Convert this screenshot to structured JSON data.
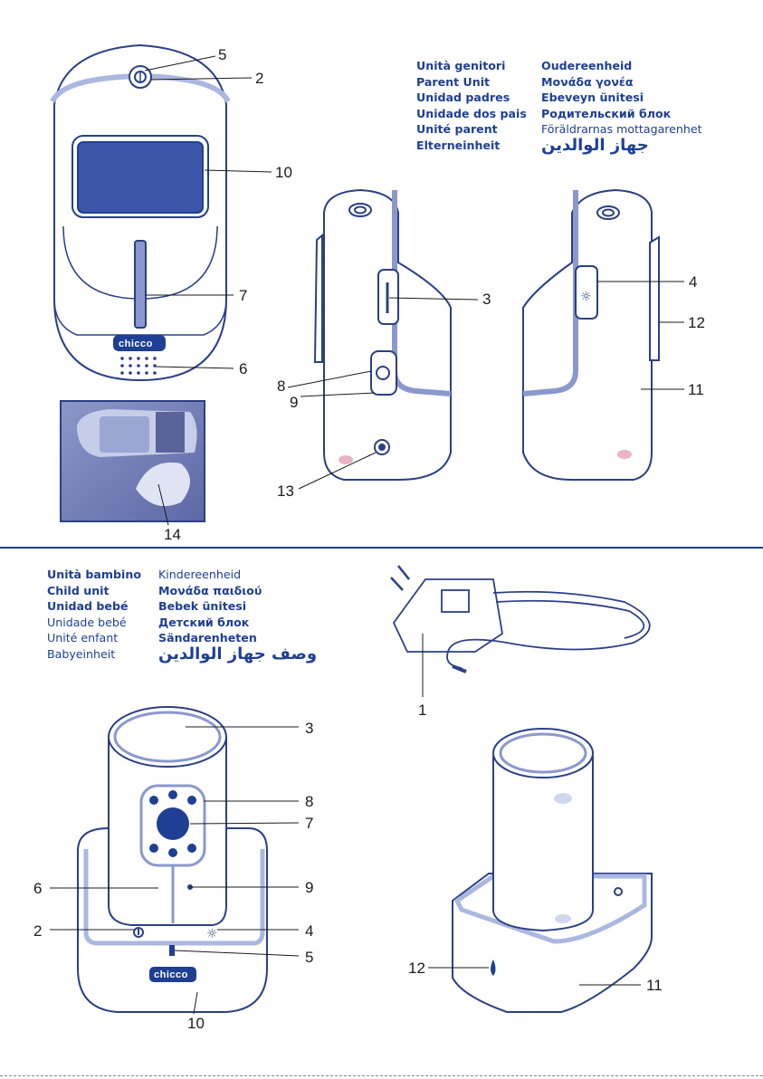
{
  "parent_unit": {
    "labels_left": [
      "Unità genitori",
      "Parent Unit",
      "Unidad padres",
      "Unidade dos pais",
      "Unité parent",
      "Elterneinheit"
    ],
    "labels_right": [
      "Oudereenheid",
      "Μονάδα γονέα",
      "Ebeveyn ünitesi",
      "Родительский блок",
      "Föräldrarnas mottagarenhet"
    ],
    "label_arabic": "جهاز الوالدين",
    "brand_logo": "chicco",
    "callouts": {
      "c5": "5",
      "c2": "2",
      "c10": "10",
      "c7": "7",
      "c6": "6",
      "c14": "14",
      "c3": "3",
      "c8": "8",
      "c9": "9",
      "c13": "13",
      "c4": "4",
      "c12": "12",
      "c11": "11"
    }
  },
  "child_unit": {
    "labels_left": [
      "Unità bambino",
      "Child unit",
      "Unidad bebé",
      "Unidade bebé",
      "Unité enfant",
      "Babyeinheit"
    ],
    "labels_right": [
      "Kindereenheid",
      "Μονάδα παιδιού",
      "Bebek ünitesi",
      "Детский блок",
      "Sändarenheten"
    ],
    "label_arabic": "وصف جهاز الوالدين",
    "brand_logo": "chicco",
    "callouts": {
      "c1": "1",
      "c3": "3",
      "c8": "8",
      "c7": "7",
      "c6": "6",
      "c9": "9",
      "c2": "2",
      "c4": "4",
      "c5": "5",
      "c10": "10",
      "c12": "12",
      "c11": "11"
    }
  },
  "colors": {
    "accent": "#1f3f95",
    "outline": "#2b3f86",
    "lightblue": "#aab8e0",
    "pink": "#e8b4c6"
  }
}
